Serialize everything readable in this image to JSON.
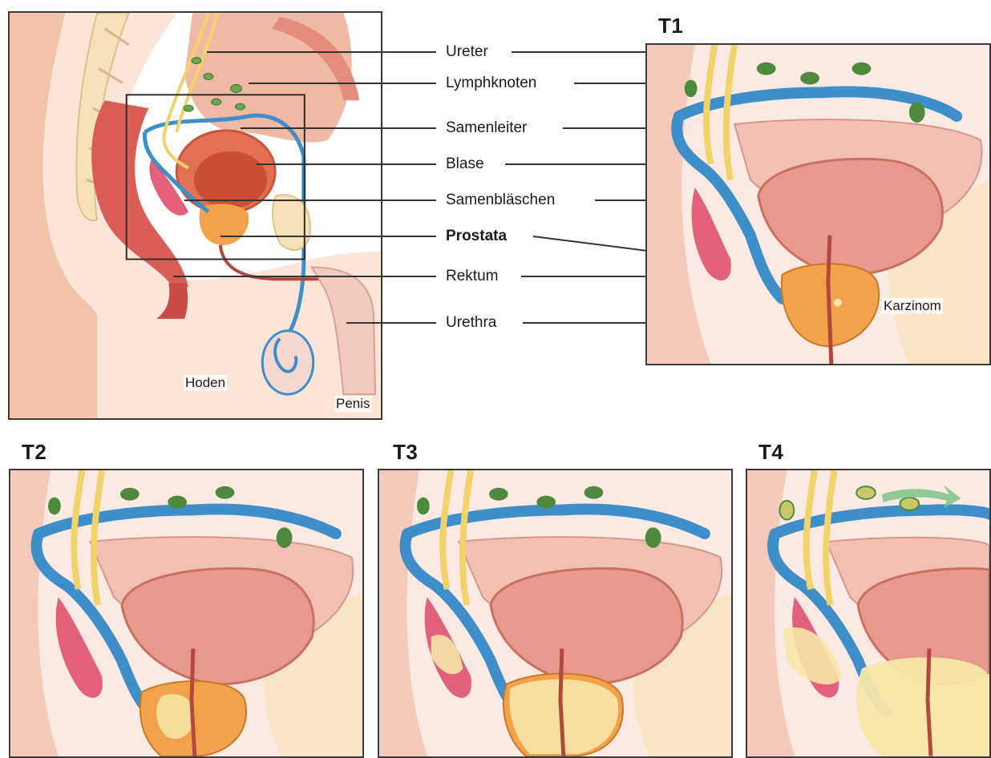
{
  "stages": {
    "t1": "T1",
    "t2": "T2",
    "t3": "T3",
    "t4": "T4"
  },
  "labels": {
    "ureter": "Ureter",
    "lymphknoten": "Lymphknoten",
    "samenleiter": "Samenleiter",
    "blase": "Blase",
    "samenblaeschen": "Samenbläschen",
    "prostata": "Prostata",
    "rektum": "Rektum",
    "urethra": "Urethra",
    "hoden": "Hoden",
    "penis": "Penis",
    "karzinom": "Karzinom"
  },
  "colors": {
    "ureter": "#f2d36a",
    "vas": "#3d8ec9",
    "lymph": "#4f8a3c",
    "bladder": "#e79a8c",
    "prostate": "#f1a24a",
    "tumor": "#f7e7a8",
    "tissue": "#f6c9bd",
    "seminal": "#e2607a",
    "bone": "#f6e2b8"
  }
}
